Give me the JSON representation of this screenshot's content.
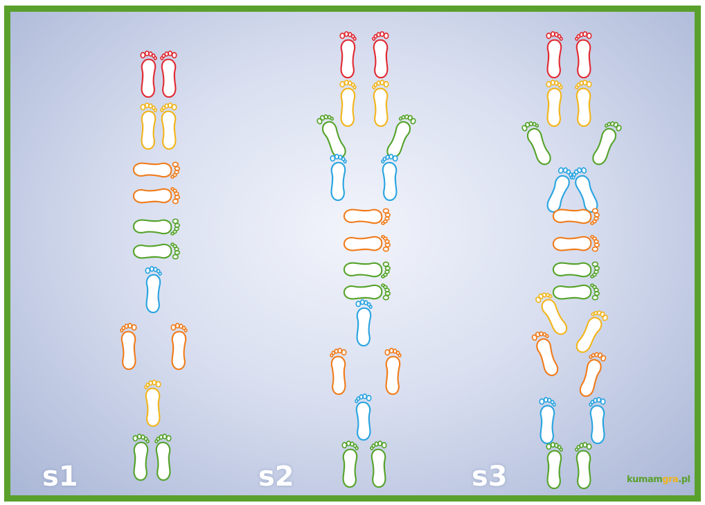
{
  "colors": {
    "border": "#5aa02c",
    "red": "#e12b33",
    "yellow": "#f2b51c",
    "orange": "#f07c1c",
    "green": "#55a32b",
    "blue": "#2aa4e0"
  },
  "stations": [
    {
      "label": "s1",
      "feet": [
        {
          "color": "red",
          "angle": 0
        },
        {
          "color": "red",
          "angle": 0
        },
        {
          "color": "yellow",
          "angle": 0
        },
        {
          "color": "yellow",
          "angle": 0
        },
        {
          "color": "orange",
          "angle": 90
        },
        {
          "color": "orange",
          "angle": 90
        },
        {
          "color": "green",
          "angle": 90
        },
        {
          "color": "green",
          "angle": 90
        },
        {
          "color": "blue",
          "angle": 0
        },
        {
          "color": "orange",
          "angle": 0
        },
        {
          "color": "orange",
          "angle": 0
        },
        {
          "color": "yellow",
          "angle": 0
        },
        {
          "color": "green",
          "angle": 0
        },
        {
          "color": "green",
          "angle": 0
        }
      ]
    },
    {
      "label": "s2",
      "feet": [
        {
          "color": "red",
          "angle": 0
        },
        {
          "color": "red",
          "angle": 0
        },
        {
          "color": "yellow",
          "angle": 0
        },
        {
          "color": "yellow",
          "angle": 0
        },
        {
          "color": "green",
          "angle": -25
        },
        {
          "color": "green",
          "angle": 25
        },
        {
          "color": "blue",
          "angle": 0
        },
        {
          "color": "blue",
          "angle": 0
        },
        {
          "color": "orange",
          "angle": 90
        },
        {
          "color": "orange",
          "angle": 90
        },
        {
          "color": "green",
          "angle": 90
        },
        {
          "color": "green",
          "angle": 90
        },
        {
          "color": "blue",
          "angle": 0
        },
        {
          "color": "orange",
          "angle": 0
        },
        {
          "color": "orange",
          "angle": 0
        },
        {
          "color": "blue",
          "angle": 0
        },
        {
          "color": "green",
          "angle": 0
        },
        {
          "color": "green",
          "angle": 0
        }
      ]
    },
    {
      "label": "s3",
      "feet": [
        {
          "color": "red",
          "angle": 0
        },
        {
          "color": "red",
          "angle": 0
        },
        {
          "color": "yellow",
          "angle": 0
        },
        {
          "color": "yellow",
          "angle": 0
        },
        {
          "color": "green",
          "angle": -25
        },
        {
          "color": "green",
          "angle": 25
        },
        {
          "color": "blue",
          "angle": 20
        },
        {
          "color": "blue",
          "angle": -20
        },
        {
          "color": "orange",
          "angle": 90
        },
        {
          "color": "orange",
          "angle": 90
        },
        {
          "color": "green",
          "angle": 90
        },
        {
          "color": "green",
          "angle": 90
        },
        {
          "color": "yellow",
          "angle": -30
        },
        {
          "color": "yellow",
          "angle": 30
        },
        {
          "color": "orange",
          "angle": -20
        },
        {
          "color": "orange",
          "angle": 20
        },
        {
          "color": "blue",
          "angle": 0
        },
        {
          "color": "blue",
          "angle": 0
        },
        {
          "color": "green",
          "angle": 0
        },
        {
          "color": "green",
          "angle": 0
        }
      ]
    }
  ],
  "logo": {
    "part1": "kumam",
    "part2": "gra",
    "part3": ".pl"
  }
}
